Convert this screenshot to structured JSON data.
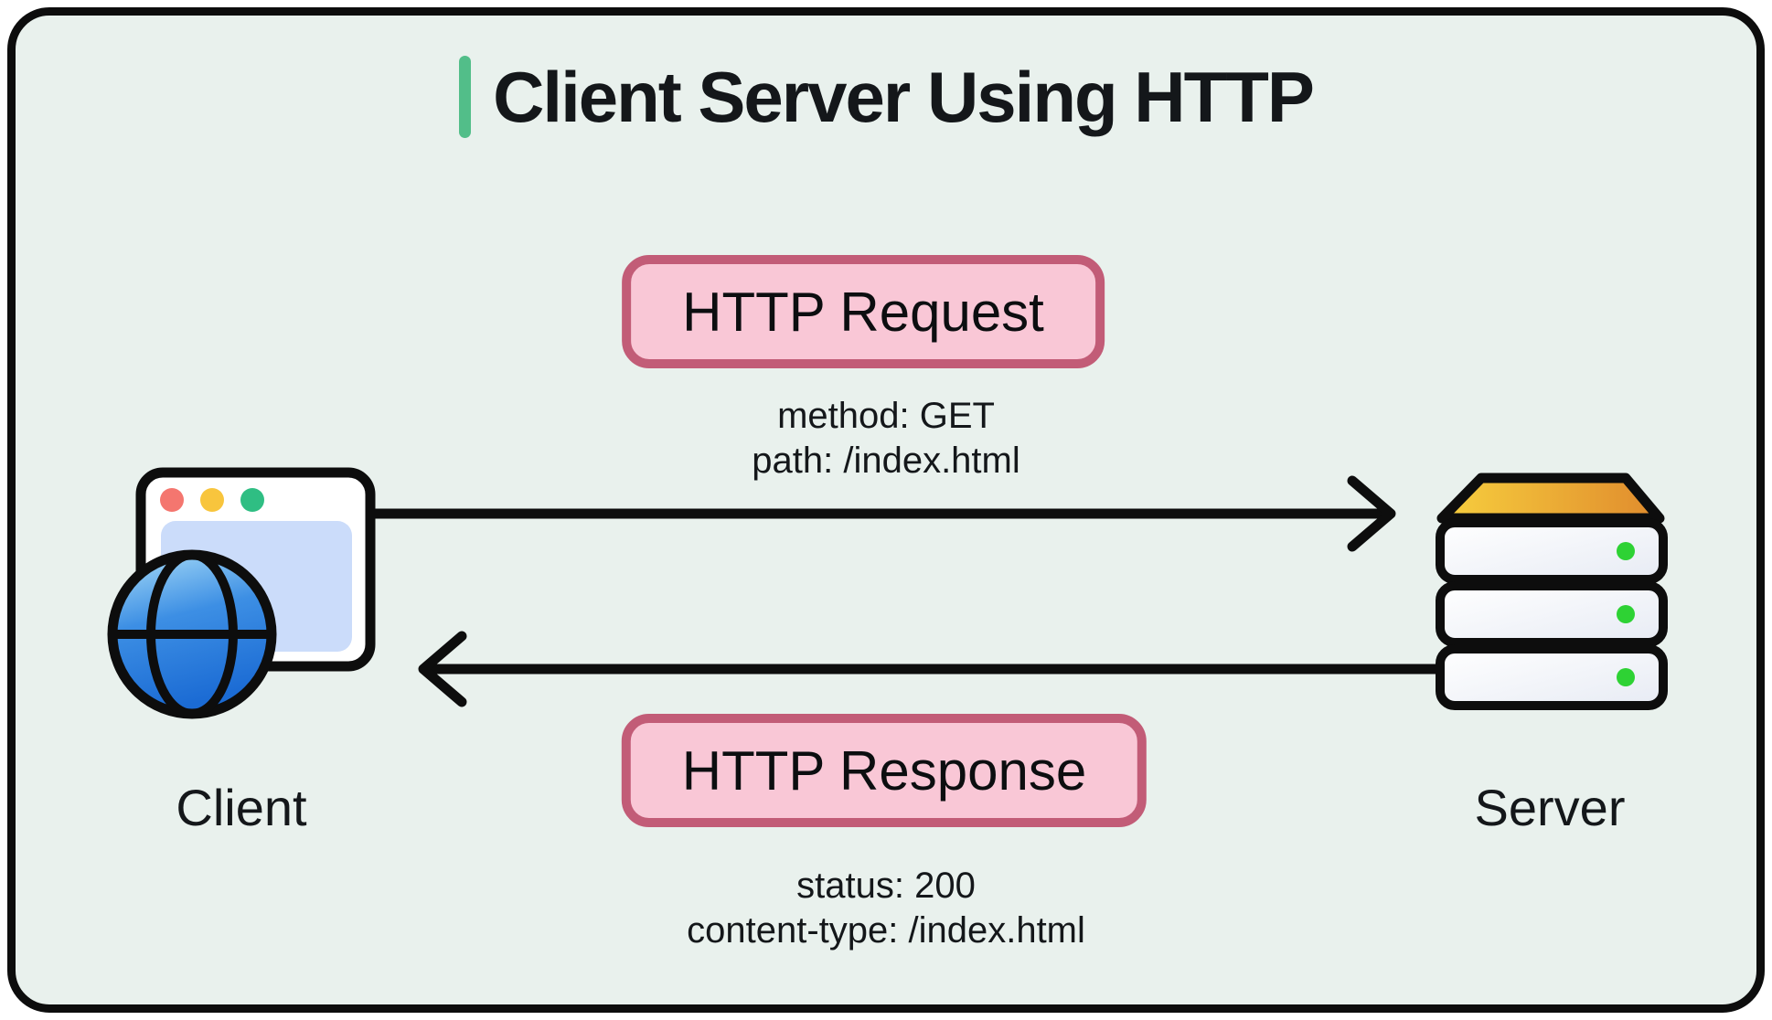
{
  "colors": {
    "canvas-bg": "#e9f1ed",
    "outline": "#0d0d0d",
    "accent-green": "#52be89",
    "badge-pink-bg": "#f9c7d6",
    "badge-pink-border": "#c25c77",
    "text-dark": "#14171a",
    "browser-content": "#cbdcfa",
    "dot-red": "#f4766f",
    "dot-yellow": "#f8c53d",
    "dot-green": "#2fbe83",
    "led-green": "#2ed234"
  },
  "title": {
    "text": "Client Server Using HTTP"
  },
  "request": {
    "badge_label": "HTTP Request",
    "meta": [
      "method: GET",
      "path: /index.html"
    ]
  },
  "response": {
    "badge_label": "HTTP Response",
    "meta": [
      "status: 200",
      "content-type: /index.html"
    ]
  },
  "client": {
    "label": "Client"
  },
  "server": {
    "label": "Server"
  }
}
